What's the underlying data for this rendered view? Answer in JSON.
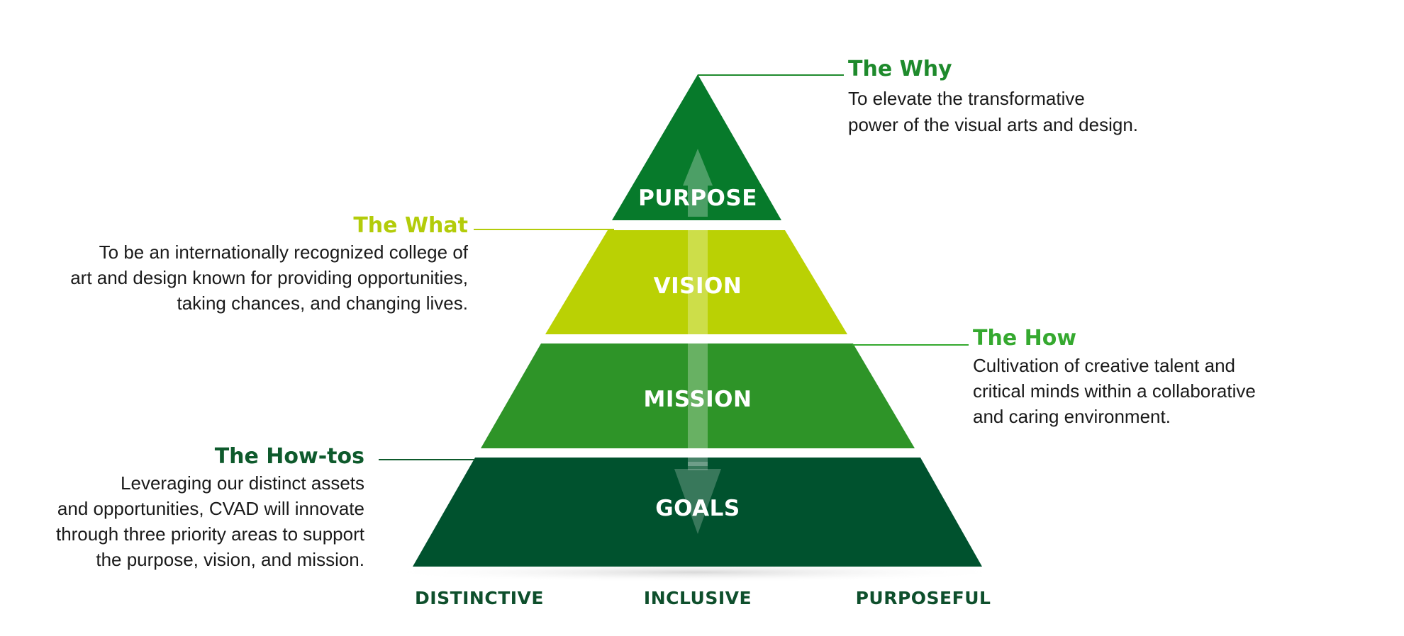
{
  "colors": {
    "purpose": "#077a2b",
    "vision": "#bad104",
    "mission": "#2e9428",
    "goals": "#00522e",
    "why_heading": "#1e8a2c",
    "what_heading": "#b3cc0a",
    "how_heading": "#35a92f",
    "howtos_heading": "#0e5a2c",
    "pillar_text": "#0e4f2c"
  },
  "tiers": {
    "purpose": "PURPOSE",
    "vision": "VISION",
    "mission": "MISSION",
    "goals": "GOALS"
  },
  "callouts": {
    "why": {
      "heading": "The Why",
      "lines": [
        "To elevate the transformative",
        "power of the visual arts and design."
      ]
    },
    "what": {
      "heading": "The What",
      "lines": [
        "To be an internationally recognized college of",
        "art and design known for providing opportunities,",
        "taking chances, and changing lives."
      ]
    },
    "how": {
      "heading": "The How",
      "lines": [
        "Cultivation of creative talent and",
        "critical minds within a collaborative",
        "and caring environment."
      ]
    },
    "howtos": {
      "heading": "The How-tos",
      "lines": [
        "Leveraging our distinct assets",
        "and opportunities, CVAD will innovate",
        "through three priority areas to support",
        "the purpose, vision, and mission."
      ]
    }
  },
  "pillars": [
    "DISTINCTIVE",
    "INCLUSIVE",
    "PURPOSEFUL"
  ]
}
